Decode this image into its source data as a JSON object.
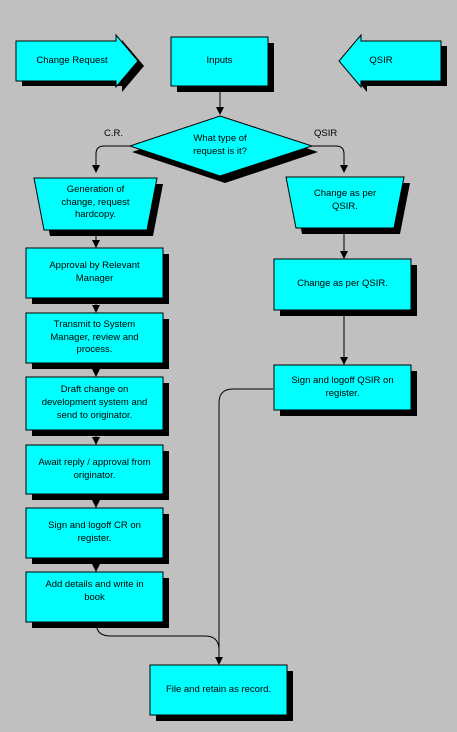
{
  "diagram": {
    "colors": {
      "fill": "#00ffff",
      "shadow": "#000000",
      "border": "#000000",
      "line": "#000000",
      "background": "#c0c0c0"
    },
    "inputs": {
      "change_request": "Change Request",
      "inputs": "Inputs",
      "qsir": "QSIR"
    },
    "decision": {
      "question": "What type of\nrequest is it?",
      "branch_left": "C.R.",
      "branch_right": "QSIR"
    },
    "cr_path": {
      "generation": "Generation of\nchange, request\nhardcopy.",
      "approval": "Approval by Relevant\nManager",
      "transmit": "Transmit to System\nManager, review and\nprocess.",
      "draft": "Draft change on\ndevelopment system and\nsend to originator.",
      "await": "Await reply / approval from\noriginator.",
      "sign_cr": "Sign and logoff CR on\nregister.",
      "add_details": "Add details and write in\nbook"
    },
    "qsir_path": {
      "change_trap": "Change as per\nQSIR.",
      "change_box": "Change as per QSIR.",
      "sign_qsir": "Sign and logoff QSIR on\nregister."
    },
    "final": "File and retain as record."
  }
}
